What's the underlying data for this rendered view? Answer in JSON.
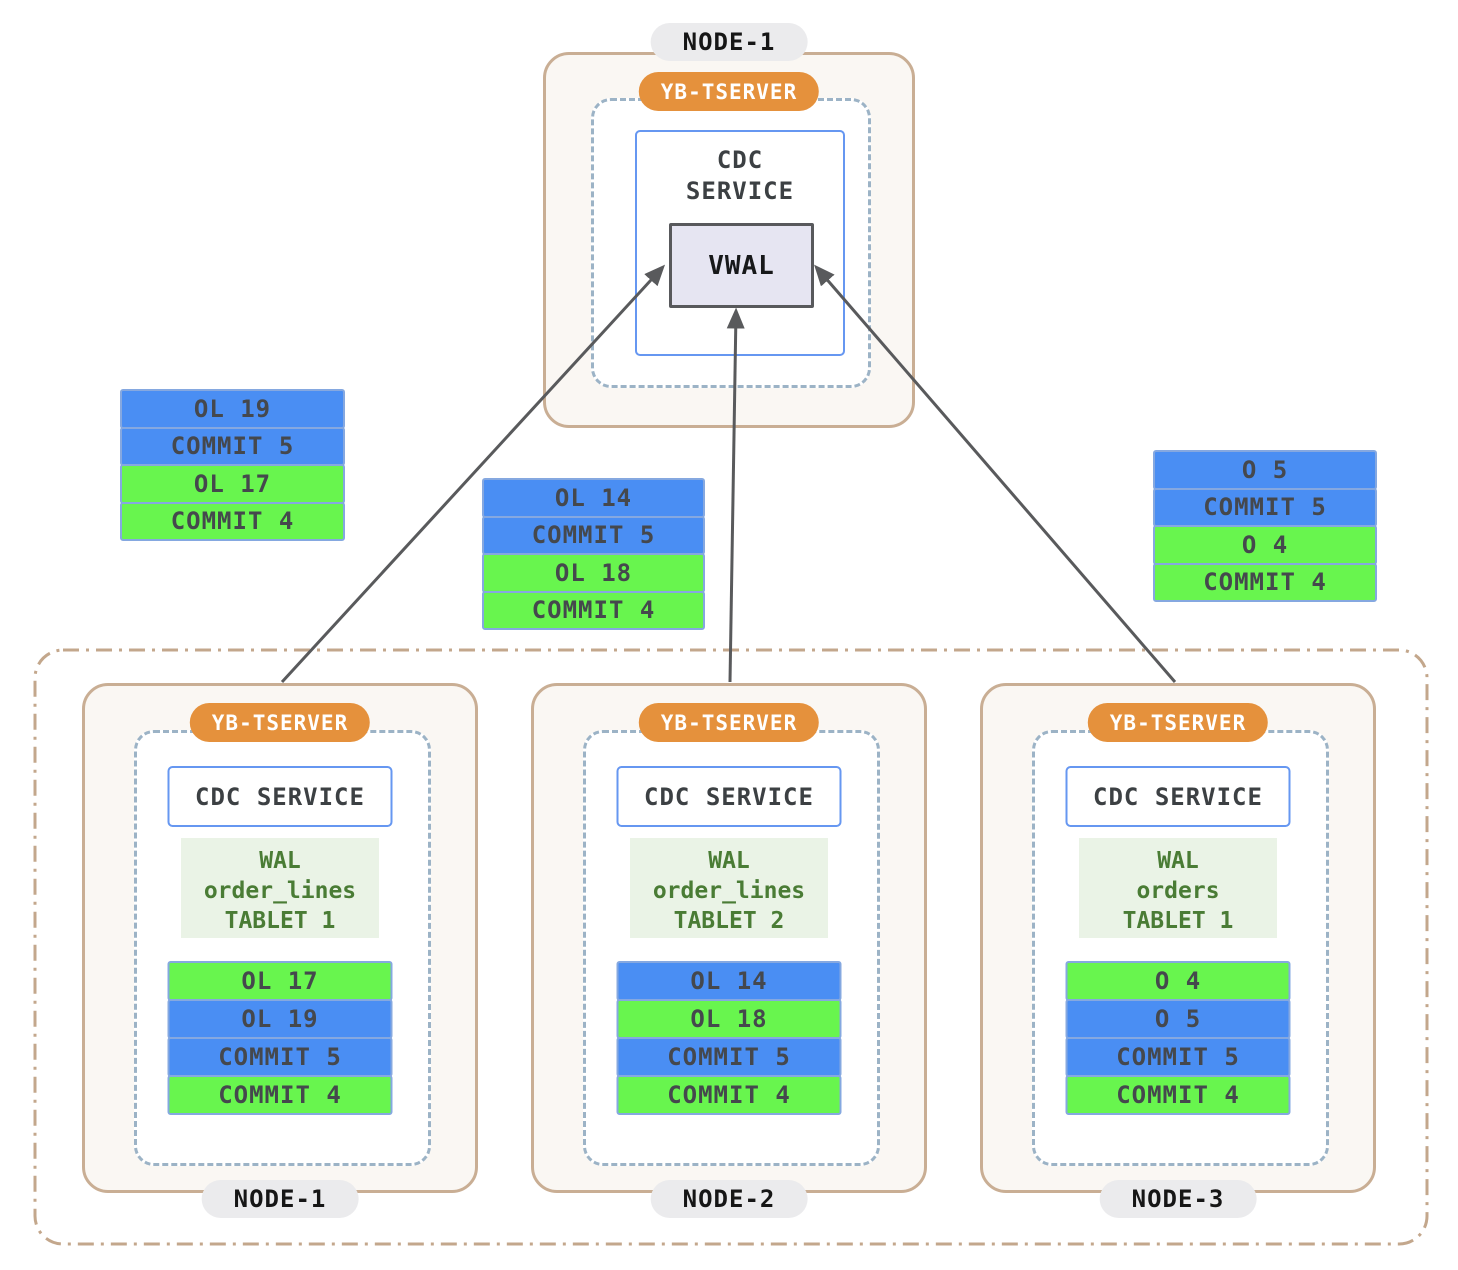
{
  "colors": {
    "blue": "#4a8ef3",
    "green": "#68f54e",
    "orange": "#e5913c",
    "record_border": "#85a8e0",
    "record_text": "#45484d",
    "node_border": "#c9ae94",
    "node_bg": "#faf7f3",
    "dashed_border": "#9cb3c6",
    "cdc_border": "#6697f1",
    "vwal_bg": "#e6e5f2",
    "vwal_border": "#58595c",
    "wal_bg": "#eaf3e6",
    "wal_text": "#4a7c35",
    "pill_bg": "#ebebed",
    "arrow": "#595a5c",
    "cluster_border": "#c3a78c"
  },
  "top_node": {
    "label": "NODE-1",
    "tserver": "YB-TSERVER",
    "cdc_line1": "CDC",
    "cdc_line2": "SERVICE",
    "vwal": "VWAL"
  },
  "floating_stacks": [
    {
      "name": "node1-change-batch",
      "records": [
        {
          "text": "OL 19",
          "color": "blue"
        },
        {
          "text": "COMMIT 5",
          "color": "blue"
        },
        {
          "text": "OL 17",
          "color": "green"
        },
        {
          "text": "COMMIT 4",
          "color": "green"
        }
      ]
    },
    {
      "name": "node2-change-batch",
      "records": [
        {
          "text": "OL 14",
          "color": "blue"
        },
        {
          "text": "COMMIT 5",
          "color": "blue"
        },
        {
          "text": "OL 18",
          "color": "green"
        },
        {
          "text": "COMMIT 4",
          "color": "green"
        }
      ]
    },
    {
      "name": "node3-change-batch",
      "records": [
        {
          "text": "O 5",
          "color": "blue"
        },
        {
          "text": "COMMIT 5",
          "color": "blue"
        },
        {
          "text": "O 4",
          "color": "green"
        },
        {
          "text": "COMMIT 4",
          "color": "green"
        }
      ]
    }
  ],
  "nodes": [
    {
      "label": "NODE-1",
      "tserver": "YB-TSERVER",
      "cdc": "CDC SERVICE",
      "wal_lines": [
        "WAL",
        "order_lines",
        "TABLET 1"
      ],
      "records": [
        {
          "text": "OL 17",
          "color": "green"
        },
        {
          "text": "OL 19",
          "color": "blue"
        },
        {
          "text": "COMMIT 5",
          "color": "blue"
        },
        {
          "text": "COMMIT 4",
          "color": "green"
        }
      ]
    },
    {
      "label": "NODE-2",
      "tserver": "YB-TSERVER",
      "cdc": "CDC SERVICE",
      "wal_lines": [
        "WAL",
        "order_lines",
        "TABLET 2"
      ],
      "records": [
        {
          "text": "OL 14",
          "color": "blue"
        },
        {
          "text": "OL 18",
          "color": "green"
        },
        {
          "text": "COMMIT 5",
          "color": "blue"
        },
        {
          "text": "COMMIT 4",
          "color": "green"
        }
      ]
    },
    {
      "label": "NODE-3",
      "tserver": "YB-TSERVER",
      "cdc": "CDC SERVICE",
      "wal_lines": [
        "WAL",
        "orders",
        "TABLET 1"
      ],
      "records": [
        {
          "text": "O 4",
          "color": "green"
        },
        {
          "text": "O 5",
          "color": "blue"
        },
        {
          "text": "COMMIT 5",
          "color": "blue"
        },
        {
          "text": "COMMIT 4",
          "color": "green"
        }
      ]
    }
  ]
}
